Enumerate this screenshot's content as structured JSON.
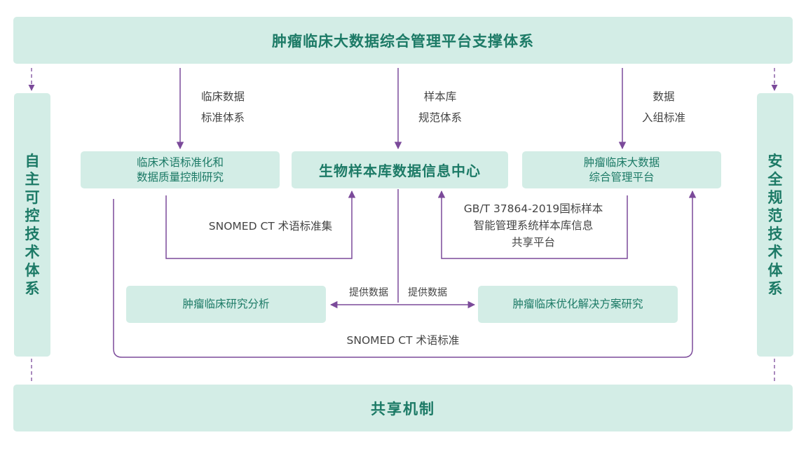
{
  "top_title": "肿瘤临床大数据综合管理平台支撑体系",
  "bottom_title": "共享机制",
  "left_pillar": "自主可控技术体系",
  "right_pillar": "安全规范技术体系",
  "nodes": {
    "terminology": [
      "临床术语标准化和",
      "数据质量控制研究"
    ],
    "center": "生物样本库数据信息中心",
    "platform": [
      "肿瘤临床大数据",
      "综合管理平台"
    ],
    "research_analysis": "肿瘤临床研究分析",
    "optimization": "肿瘤临床优化解决方案研究"
  },
  "labels": {
    "clinical_standard": [
      "临床数据",
      "标准体系"
    ],
    "sample_standard": [
      "样本库",
      "规范体系"
    ],
    "data_entry": [
      "数据",
      "入组标准"
    ],
    "snomed_set": "SNOMED CT 术语标准集",
    "gbt": [
      "GB/T 37864-2019国标样本",
      "智能管理系统样本库信息",
      "共享平台"
    ],
    "provide_left": "提供数据",
    "provide_right": "提供数据",
    "snomed_std": "SNOMED CT 术语标准"
  },
  "colors": {
    "box_fill": "#d3ede6",
    "box_text": "#1c7a66",
    "arrow": "#7b4a9a",
    "label_text": "#444444"
  }
}
